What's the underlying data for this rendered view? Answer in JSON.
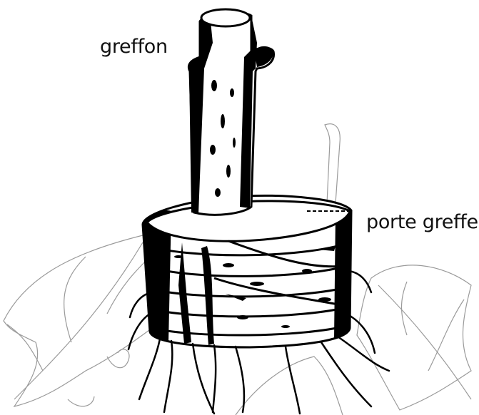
{
  "labels": {
    "scion": "greffon",
    "rootstock": "porte greffe"
  },
  "colors": {
    "ink": "#000000",
    "paper": "#ffffff",
    "faint_line": "#9a9a9a"
  },
  "figure": {
    "subject": "grafted-stem-illustration",
    "parts": [
      "scion-stem",
      "rootstock-trunk",
      "binding-wraps",
      "roots",
      "background-leaves"
    ]
  }
}
